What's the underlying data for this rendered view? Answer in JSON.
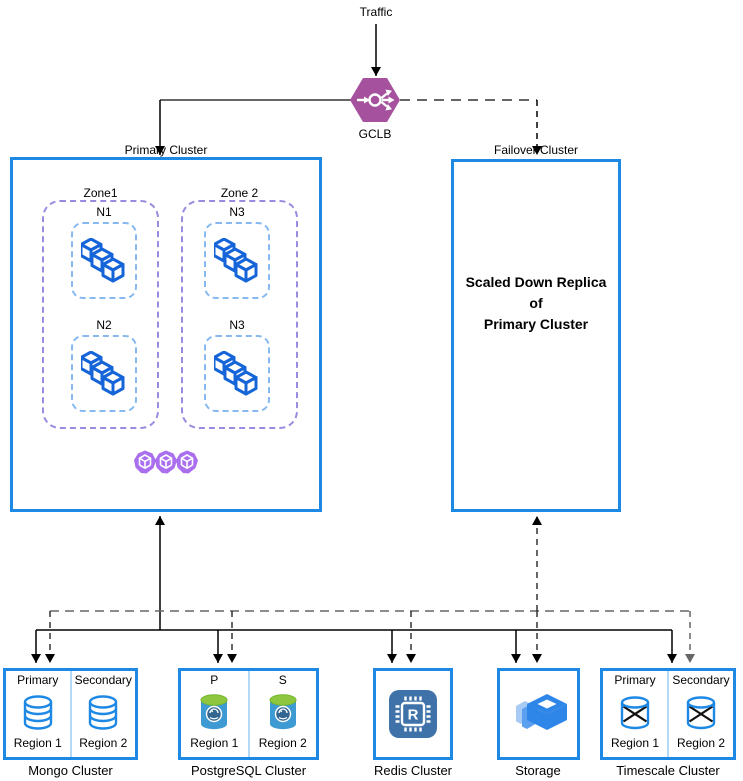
{
  "traffic": {
    "label": "Traffic"
  },
  "gclb": {
    "label": "GCLB"
  },
  "primary_cluster": {
    "label": "Primary Cluster",
    "zones": [
      {
        "label": "Zone1",
        "nodes": [
          {
            "label": "N1"
          },
          {
            "label": "N2"
          }
        ]
      },
      {
        "label": "Zone 2",
        "nodes": [
          {
            "label": "N3"
          },
          {
            "label": "N3"
          }
        ]
      }
    ]
  },
  "failover_cluster": {
    "label": "Failover Cluster",
    "body_line1": "Scaled Down Replica",
    "body_line2": "of",
    "body_line3": "Primary Cluster"
  },
  "databases": [
    {
      "caption": "Mongo Cluster",
      "cells": [
        {
          "role": "Primary",
          "region": "Region 1"
        },
        {
          "role": "Secondary",
          "region": "Region 2"
        }
      ]
    },
    {
      "caption": "PostgreSQL Cluster",
      "cells": [
        {
          "role": "P",
          "region": "Region 1"
        },
        {
          "role": "S",
          "region": "Region 2"
        }
      ]
    },
    {
      "caption": "Redis Cluster"
    },
    {
      "caption": "Storage"
    },
    {
      "caption": "Timescale Cluster",
      "cells": [
        {
          "role": "Primary",
          "region": "Region 1"
        },
        {
          "role": "Secondary",
          "region": "Region 2"
        }
      ]
    }
  ],
  "icons": {
    "gclb": "load-balancer-icon",
    "cluster_node": "container-cubes-icon",
    "pods": "kubernetes-pods-icon",
    "mongo": "database-cylinder-icon",
    "postgresql": "postgresql-cylinder-icon",
    "redis": "redis-chip-icon",
    "storage": "storage-bucket-icon",
    "timescale": "crossed-database-icon"
  },
  "colors": {
    "cluster_border": "#1e88e5",
    "zone_dash": "#9b8ae0",
    "node_dash": "#85b9f0",
    "gclb_purple": "#a5519e",
    "pods_purple": "#a96fee",
    "cube_blue": "#1565d8",
    "postgres_green": "#8ec63f",
    "postgres_body": "#3d9ad2",
    "postgres_navy": "#336791",
    "redis_blue": "#3f72a8",
    "storage_blue": "#2e86e9",
    "line_gray": "#666666",
    "line_black": "#000000",
    "divider_blue": "#b3d9f7"
  }
}
